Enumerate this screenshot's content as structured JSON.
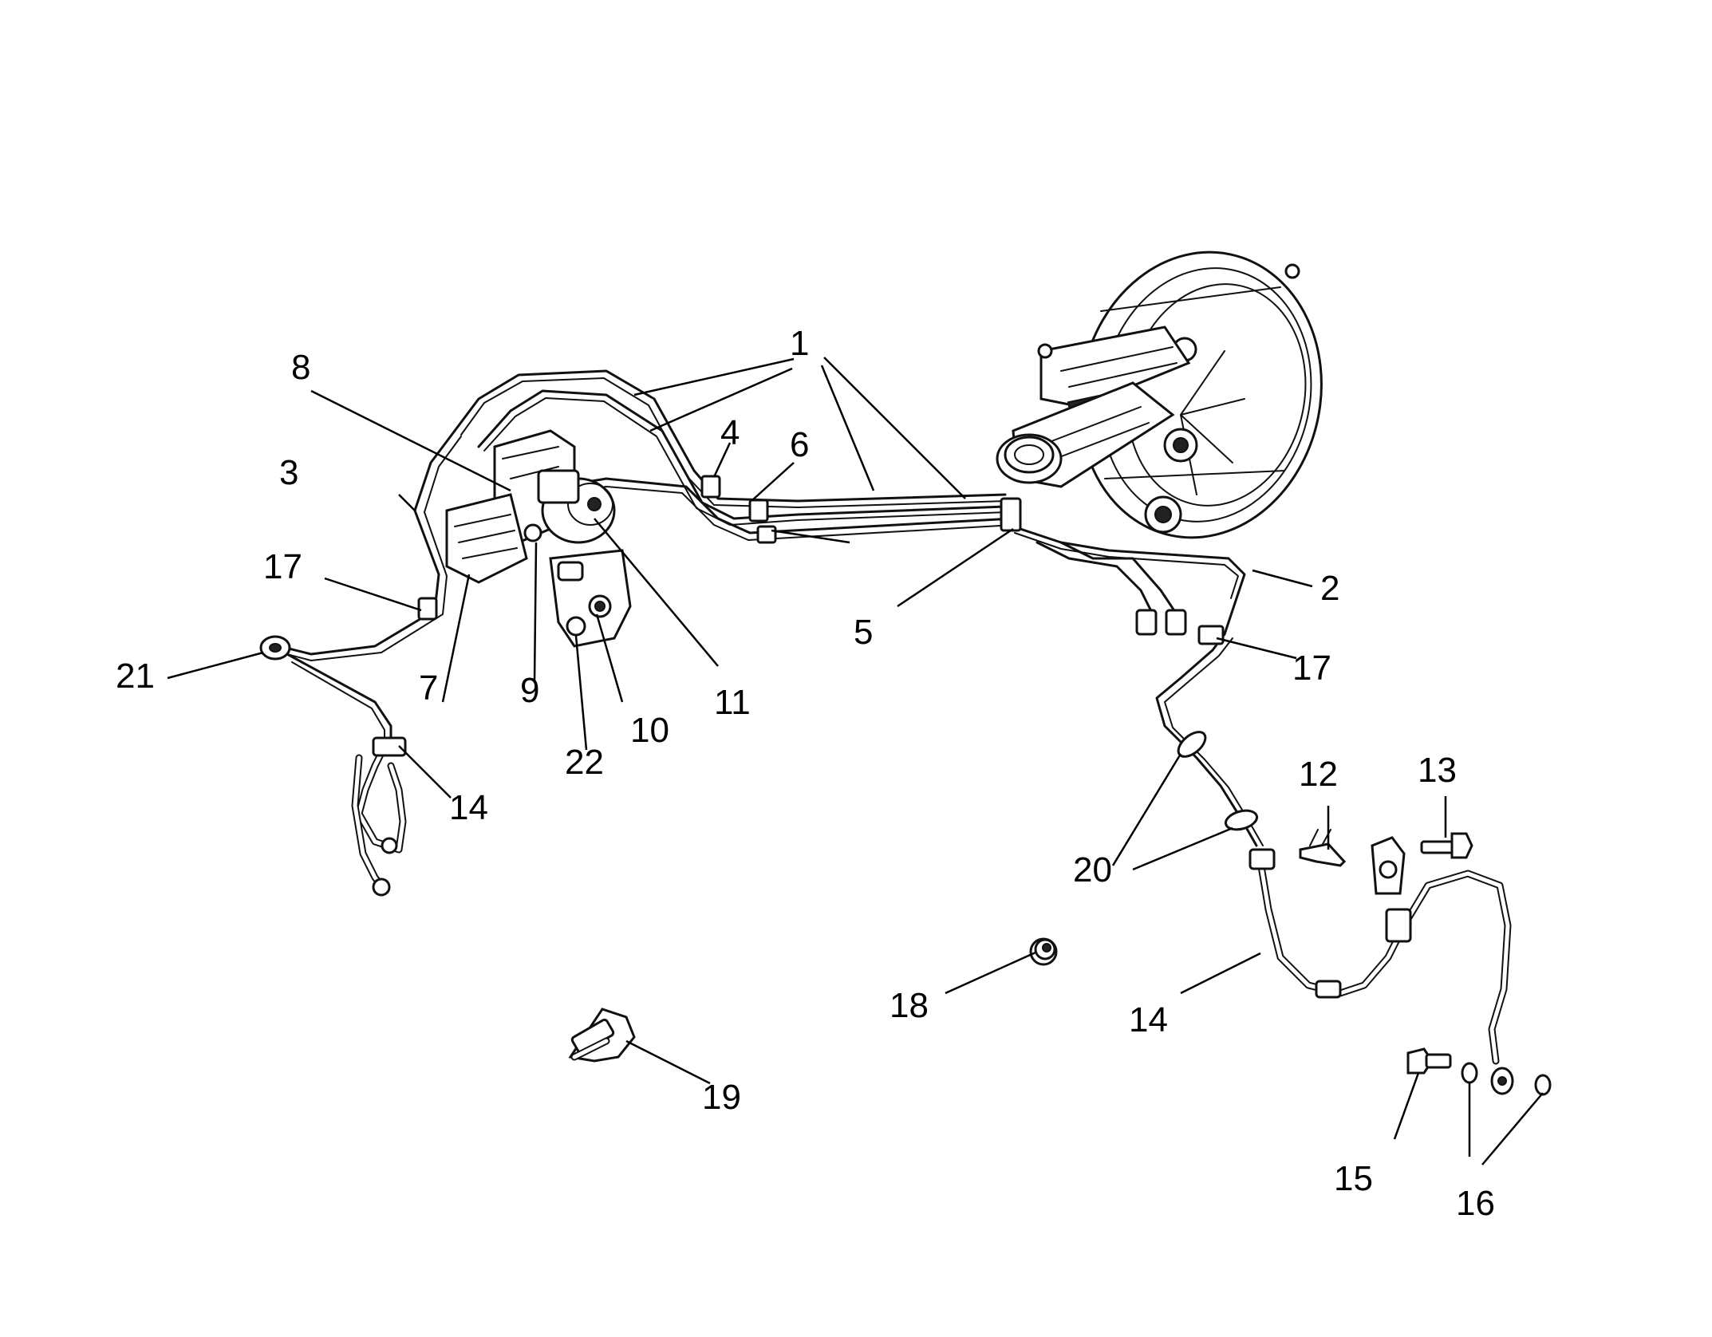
{
  "callouts": {
    "c1": "1",
    "c2": "2",
    "c3": "3",
    "c4": "4",
    "c5": "5",
    "c6": "6",
    "c7": "7",
    "c8": "8",
    "c9": "9",
    "c10": "10",
    "c11": "11",
    "c12": "12",
    "c13": "13",
    "c14a": "14",
    "c14b": "14",
    "c15": "15",
    "c16": "16",
    "c17a": "17",
    "c17b": "17",
    "c18": "18",
    "c19": "19",
    "c20": "20",
    "c21": "21",
    "c22": "22"
  }
}
